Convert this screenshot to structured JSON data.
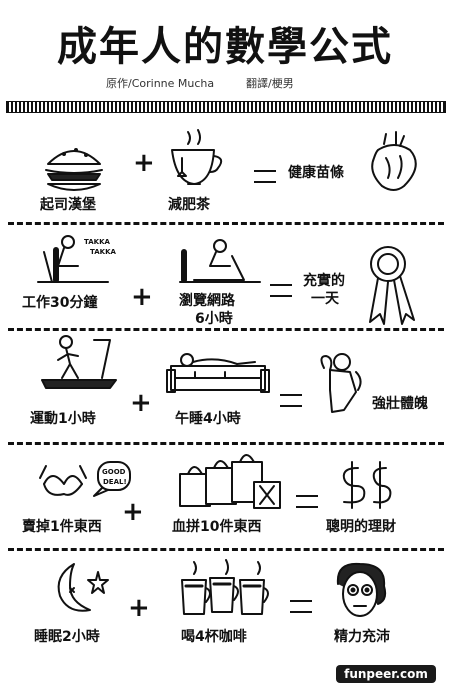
{
  "title": "成年人的數學公式",
  "credits": {
    "author": "原作/Corinne Mucha",
    "translator": "翻譯/梗男"
  },
  "rows": [
    {
      "a": "起司漢堡",
      "b": "減肥茶",
      "result": "健康苗條"
    },
    {
      "a": "工作30分鐘",
      "b_line1": "瀏覽網路",
      "b_line2": "6小時",
      "result_line1": "充實的",
      "result_line2": "一天"
    },
    {
      "a": "運動1小時",
      "b": "午睡4小時",
      "result": "強壯體魄"
    },
    {
      "a": "賣掉1件東西",
      "b": "血拼10件東西",
      "result": "聰明的理財"
    },
    {
      "a": "睡眠2小時",
      "b": "喝4杯咖啡",
      "result": "精力充沛"
    }
  ],
  "icons": {
    "row1": [
      "cheeseburger-icon",
      "teacup-icon",
      "heart-icon"
    ],
    "row2": [
      "laptop-worker-icon",
      "laptop-browsing-icon",
      "award-ribbon-icon"
    ],
    "row3": [
      "treadmill-runner-icon",
      "sofa-nap-icon",
      "strongman-icon"
    ],
    "row4": [
      "bra-good-deal-icon",
      "shopping-bags-icon",
      "dollar-signs-icon"
    ],
    "row5": [
      "moon-star-icon",
      "coffee-cups-icon",
      "wide-eyed-face-icon"
    ]
  },
  "speech": {
    "takka": "TAKKA",
    "good_deal_1": "GOOD",
    "good_deal_2": "DEAL!"
  },
  "footer": {
    "brand": "funpeer.com"
  }
}
